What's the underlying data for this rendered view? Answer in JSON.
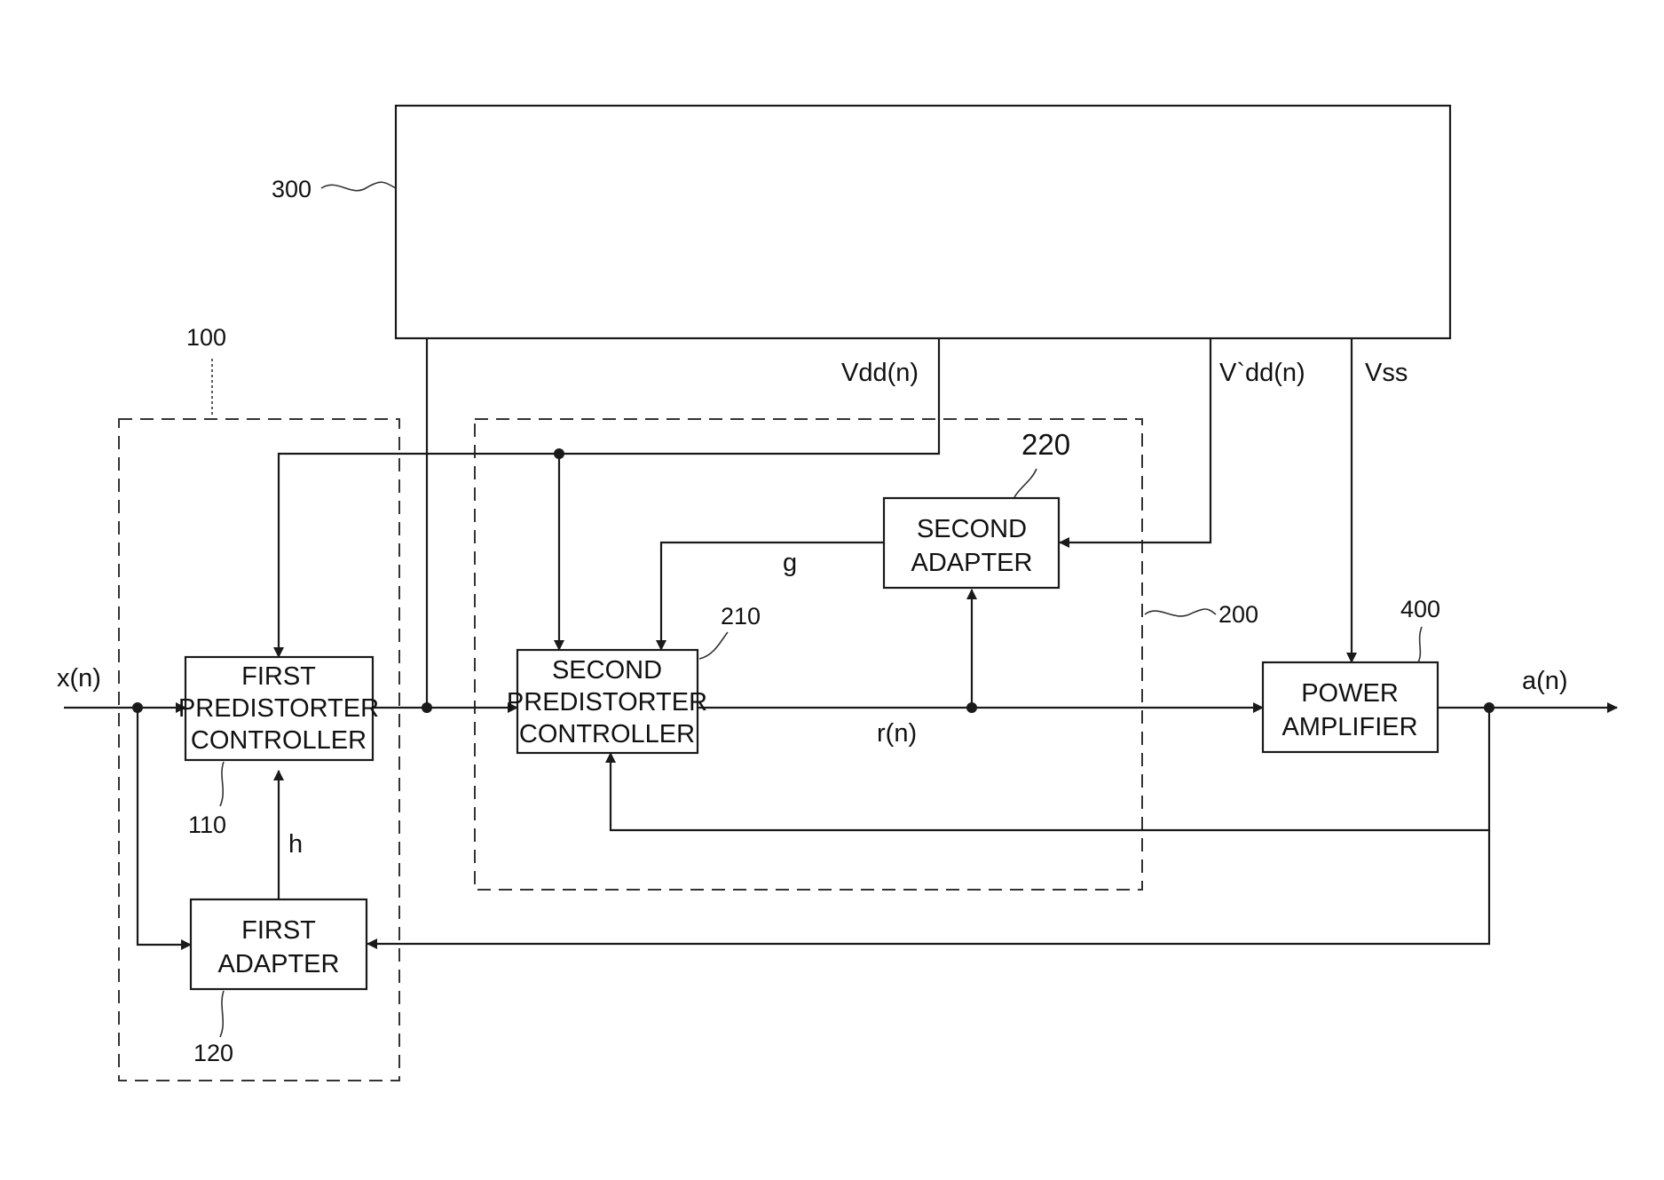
{
  "blocks": {
    "block_300": {
      "ref": "300"
    },
    "group_100": {
      "ref": "100"
    },
    "group_200": {
      "ref": "200"
    },
    "first_predistorter_controller": {
      "ref": "110",
      "line1": "FIRST",
      "line2": "PREDISTORTER",
      "line3": "CONTROLLER"
    },
    "first_adapter": {
      "ref": "120",
      "line1": "FIRST",
      "line2": "ADAPTER"
    },
    "second_predistorter_controller": {
      "ref": "210",
      "line1": "SECOND",
      "line2": "PREDISTORTER",
      "line3": "CONTROLLER"
    },
    "second_adapter": {
      "ref": "220",
      "line1": "SECOND",
      "line2": "ADAPTER"
    },
    "power_amplifier": {
      "ref": "400",
      "line1": "POWER",
      "line2": "AMPLIFIER"
    }
  },
  "signals": {
    "input": "x(n)",
    "output": "a(n)",
    "vdd": "Vdd(n)",
    "vdd_prime": "V`dd(n)",
    "vss": "Vss",
    "g": "g",
    "h": "h",
    "r": "r(n)"
  }
}
